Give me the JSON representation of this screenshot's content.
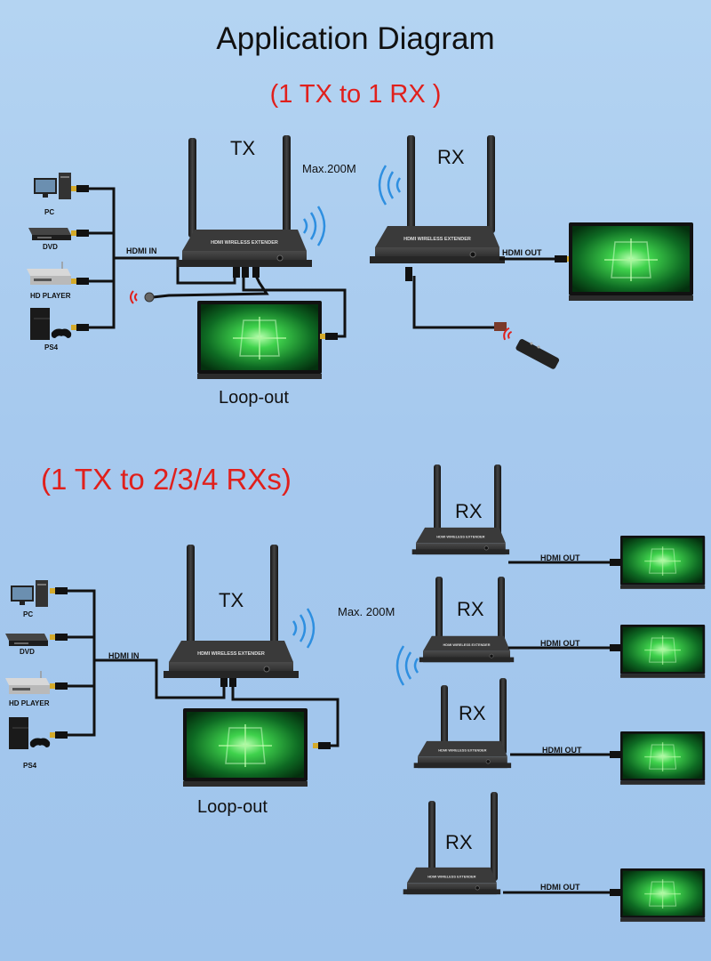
{
  "title": "Application Diagram",
  "section1": {
    "heading": "(1 TX to 1 RX )",
    "tx_label": "TX",
    "rx_label": "RX",
    "range_label": "Max.200M",
    "hdmi_in_label": "HDMI IN",
    "hdmi_out_label": "HDMI OUT",
    "loop_out_label": "Loop-out",
    "sources": [
      "PC",
      "DVD",
      "HD PLAYER",
      "PS4"
    ],
    "device_text": "HDMI WIRELESS EXTENDER"
  },
  "section2": {
    "heading": "(1 TX to 2/3/4 RXs)",
    "tx_label": "TX",
    "range_label": "Max. 200M",
    "hdmi_in_label": "HDMI IN",
    "loop_out_label": "Loop-out",
    "sources": [
      "PC",
      "DVD",
      "HD PLAYER",
      "PS4"
    ],
    "receivers": [
      {
        "label": "RX",
        "output": "HDMI OUT"
      },
      {
        "label": "RX",
        "output": "HDMI OUT"
      },
      {
        "label": "RX",
        "output": "HDMI OUT"
      },
      {
        "label": "RX",
        "output": "HDMI OUT"
      }
    ],
    "device_text": "HDMI WIRELESS EXTENDER"
  },
  "colors": {
    "heading_red": "#e0201c",
    "wifi_blue": "#2e8fe0",
    "ir_red": "#e0201c",
    "screen_green": "#1f9e3a",
    "device_body": "#2a2a2a"
  },
  "icons": [
    "pc-icon",
    "dvd-icon",
    "hd-player-icon",
    "ps4-icon",
    "wifi-waves-icon",
    "ir-signal-icon",
    "remote-control-icon",
    "monitor-icon",
    "extender-device-icon"
  ]
}
